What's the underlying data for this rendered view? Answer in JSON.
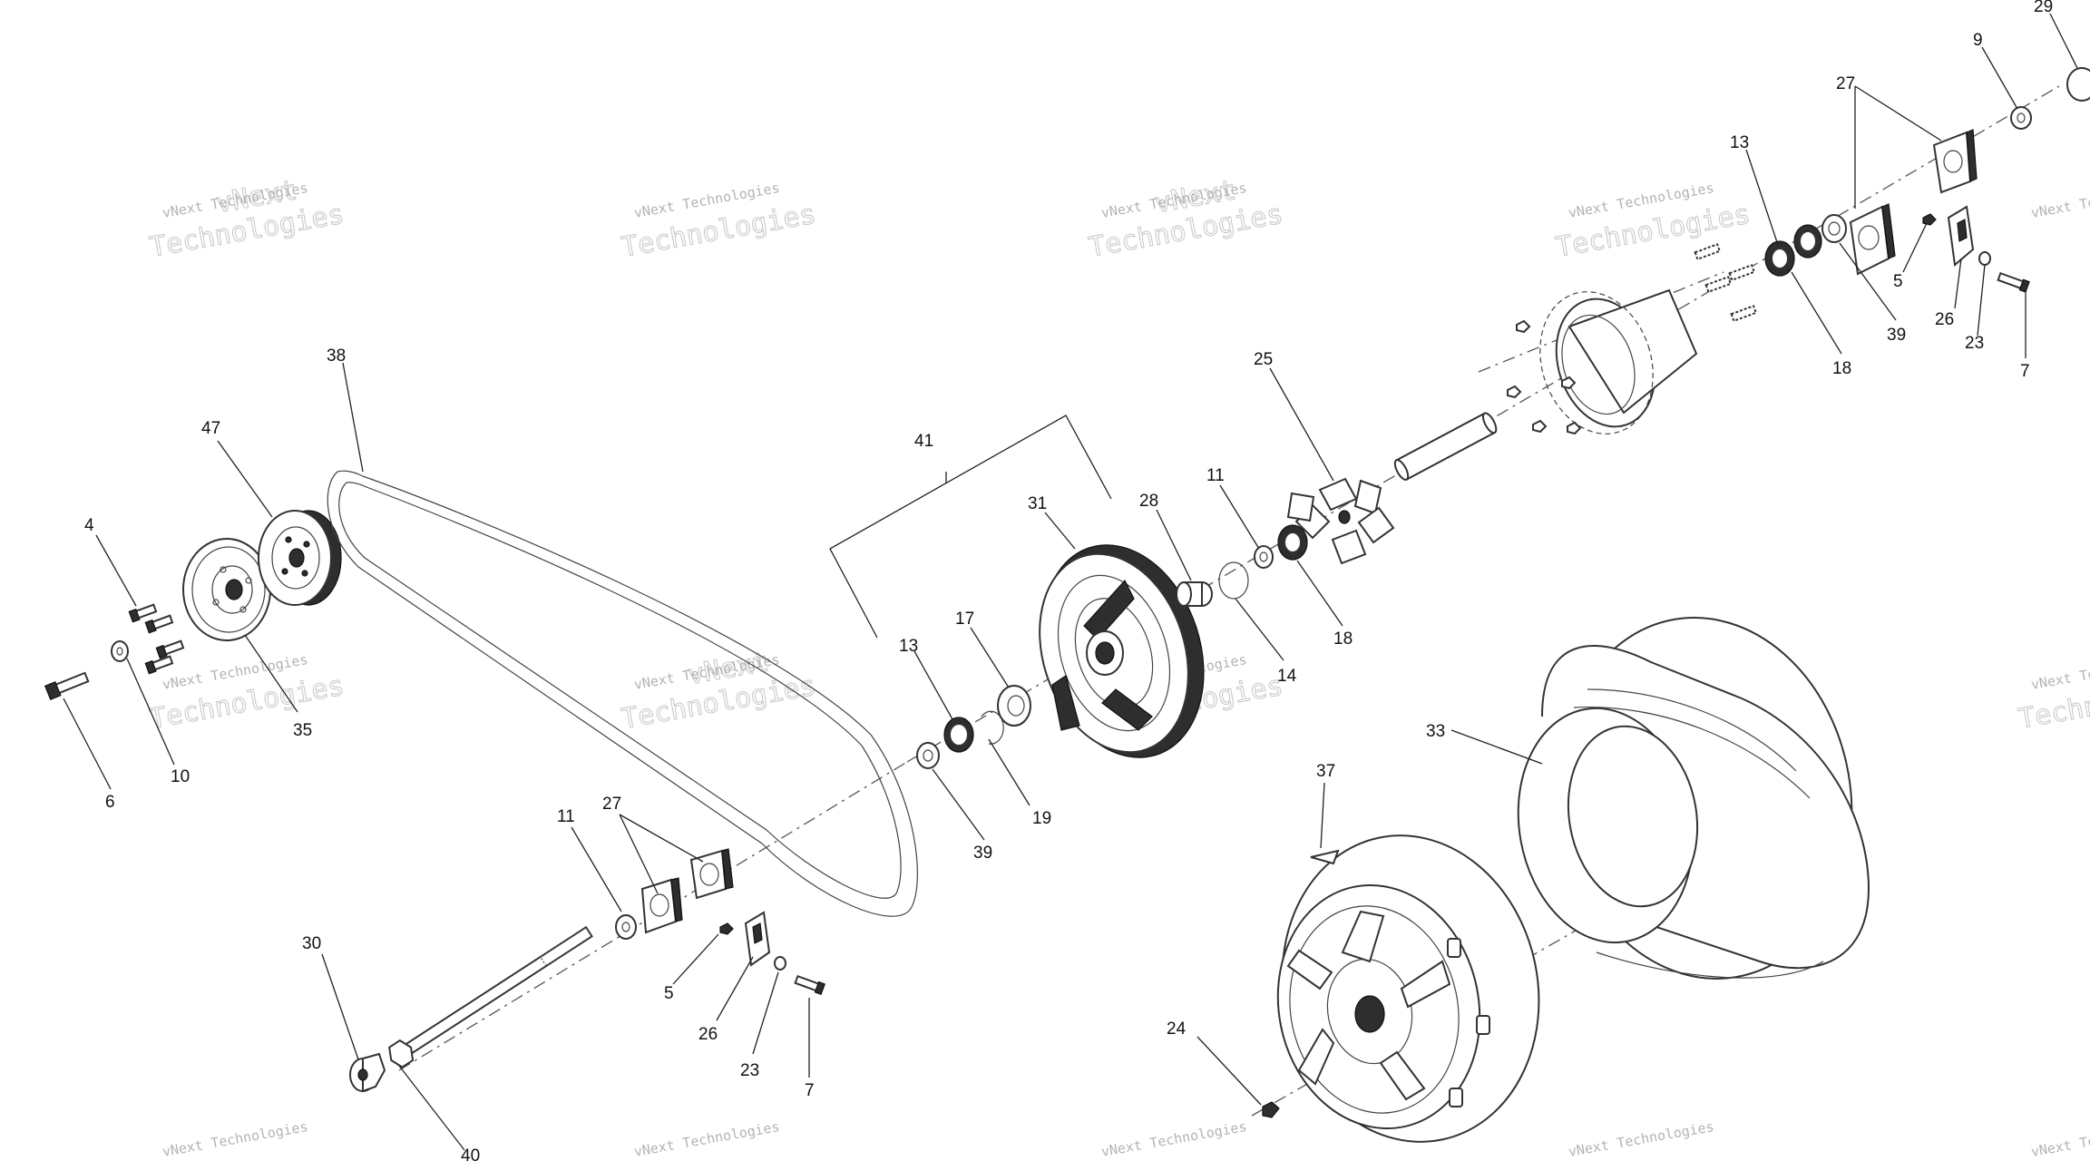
{
  "watermark": {
    "line_small": "vNext Technologies",
    "line_big": "Technologies",
    "line_arc": "vNext"
  },
  "callouts": [
    {
      "id": "c4",
      "label": "4"
    },
    {
      "id": "c6",
      "label": "6"
    },
    {
      "id": "c10",
      "label": "10"
    },
    {
      "id": "c35",
      "label": "35"
    },
    {
      "id": "c47",
      "label": "47"
    },
    {
      "id": "c38",
      "label": "38"
    },
    {
      "id": "c41",
      "label": "41"
    },
    {
      "id": "c31",
      "label": "31"
    },
    {
      "id": "c28",
      "label": "28"
    },
    {
      "id": "c11a",
      "label": "11"
    },
    {
      "id": "c14",
      "label": "14"
    },
    {
      "id": "c18a",
      "label": "18"
    },
    {
      "id": "c25",
      "label": "25"
    },
    {
      "id": "c13a",
      "label": "13"
    },
    {
      "id": "c17",
      "label": "17"
    },
    {
      "id": "c19",
      "label": "19"
    },
    {
      "id": "c39a",
      "label": "39"
    },
    {
      "id": "c11b",
      "label": "11"
    },
    {
      "id": "c27a",
      "label": "27"
    },
    {
      "id": "c5a",
      "label": "5"
    },
    {
      "id": "c26a",
      "label": "26"
    },
    {
      "id": "c23a",
      "label": "23"
    },
    {
      "id": "c7a",
      "label": "7"
    },
    {
      "id": "c30",
      "label": "30"
    },
    {
      "id": "c40",
      "label": "40"
    },
    {
      "id": "c24",
      "label": "24"
    },
    {
      "id": "c33",
      "label": "33"
    },
    {
      "id": "c37",
      "label": "37"
    },
    {
      "id": "c13b",
      "label": "13"
    },
    {
      "id": "c18b",
      "label": "18"
    },
    {
      "id": "c39b",
      "label": "39"
    },
    {
      "id": "c27b",
      "label": "27"
    },
    {
      "id": "c9",
      "label": "9"
    },
    {
      "id": "c29",
      "label": "29"
    },
    {
      "id": "c5b",
      "label": "5"
    },
    {
      "id": "c26b",
      "label": "26"
    },
    {
      "id": "c23b",
      "label": "23"
    },
    {
      "id": "c7b",
      "label": "7"
    }
  ]
}
